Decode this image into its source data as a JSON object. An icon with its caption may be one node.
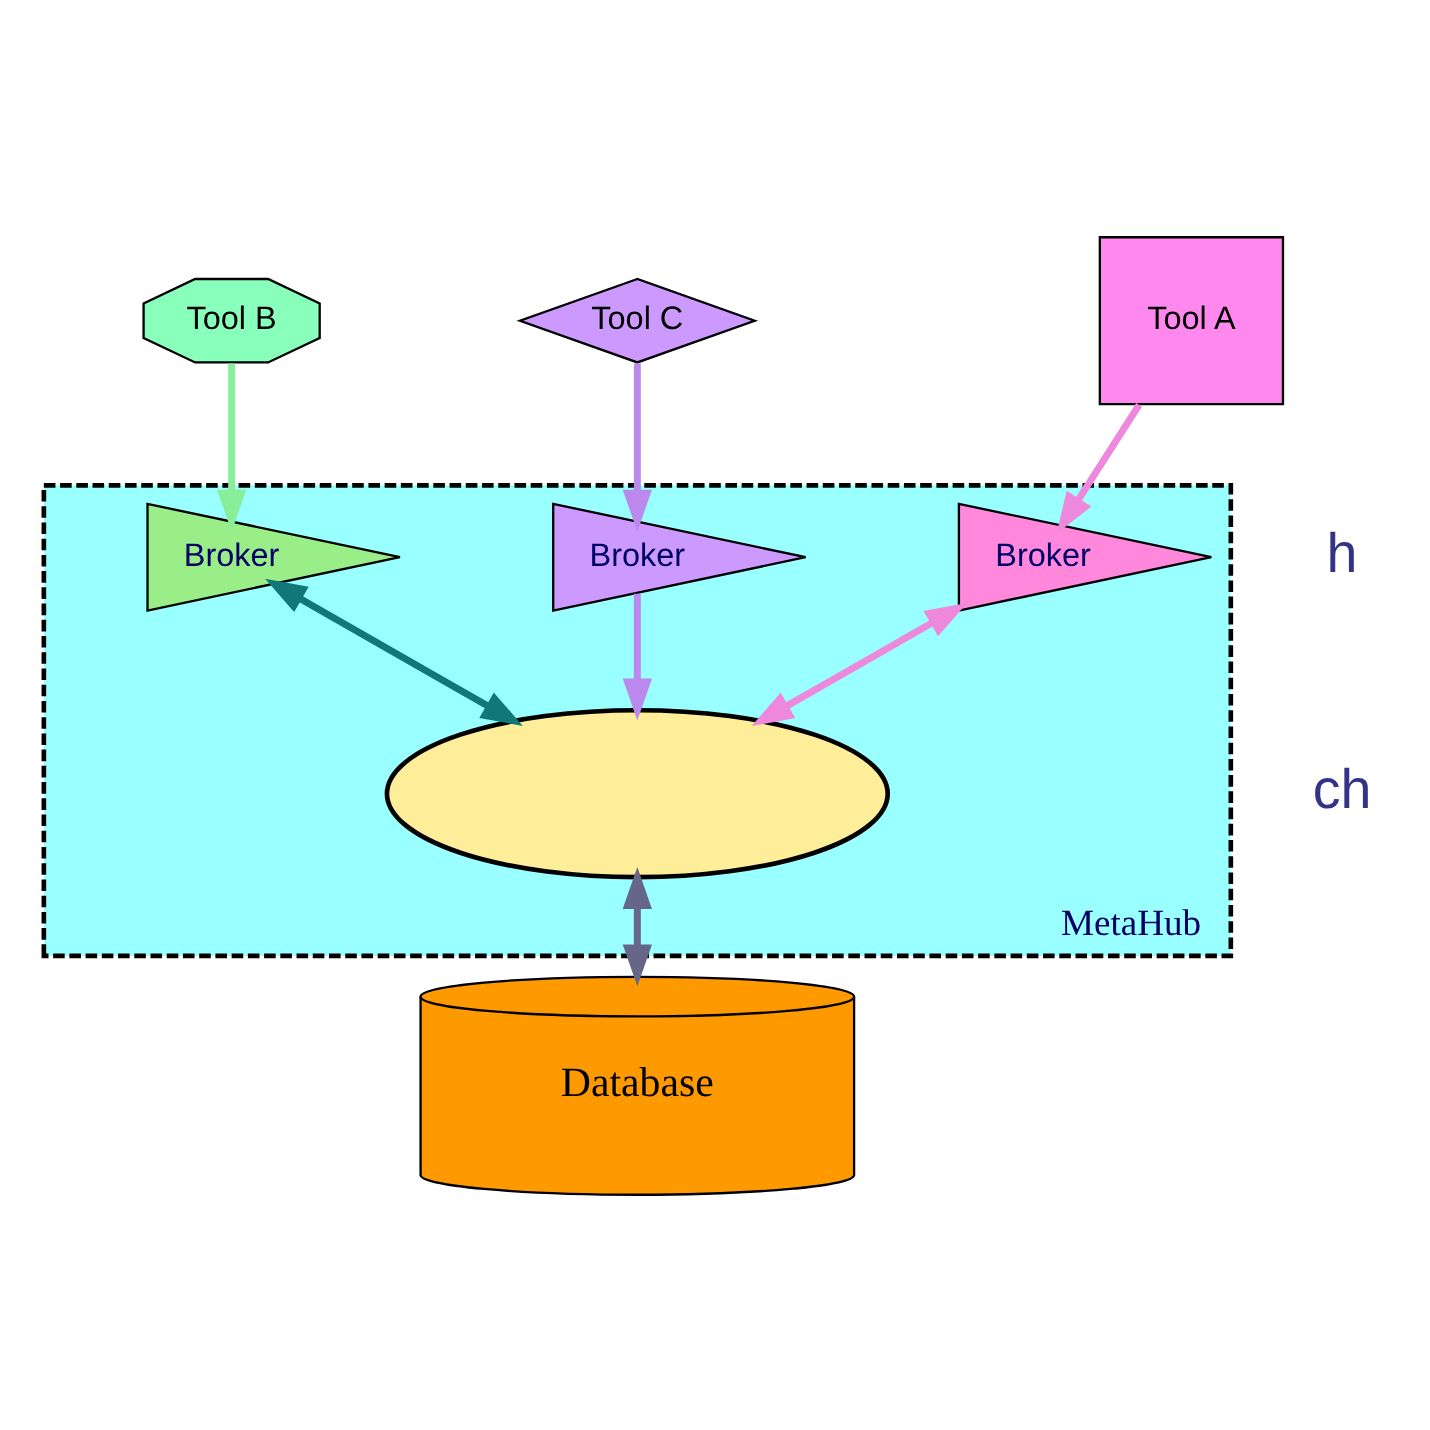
{
  "diagram": {
    "nodes": [
      {
        "text": [
          "Tool A"
        ]
      },
      {
        "text": [
          "Tool B"
        ]
      },
      {
        "text": [
          "Tool C"
        ]
      },
      {
        "text": [
          "MetaHub"
        ]
      },
      {
        "text": [
          "Broker"
        ],
        "in": 3
      },
      {
        "text": [
          "Broker"
        ],
        "in": 3
      },
      {
        "text": [
          "Broker"
        ],
        "in": 3
      },
      {
        "text": [],
        "shape": "ellipse",
        "in": 3
      },
      {
        "text": [
          "Database"
        ]
      }
    ],
    "edges": [
      {
        "from": 0,
        "to": 4,
        "arrow": "to",
        "color": "#ee88dd"
      },
      {
        "from": 1,
        "to": 5,
        "arrow": "to",
        "color": "#88ee99"
      },
      {
        "from": 2,
        "to": 6,
        "arrow": "to",
        "color": "#bb88ee"
      },
      {
        "from": 4,
        "to": 7,
        "arrow": "both",
        "color": "#ee88dd"
      },
      {
        "from": 5,
        "to": 7,
        "arrow": "both",
        "color": "#117777"
      },
      {
        "from": 6,
        "to": 7,
        "arrow": "to",
        "color": "#bb88ee"
      },
      {
        "from": 7,
        "to": 8,
        "arrow": "both",
        "color": "#666688"
      }
    ],
    "labels": [
      "h",
      "ch"
    ]
  }
}
